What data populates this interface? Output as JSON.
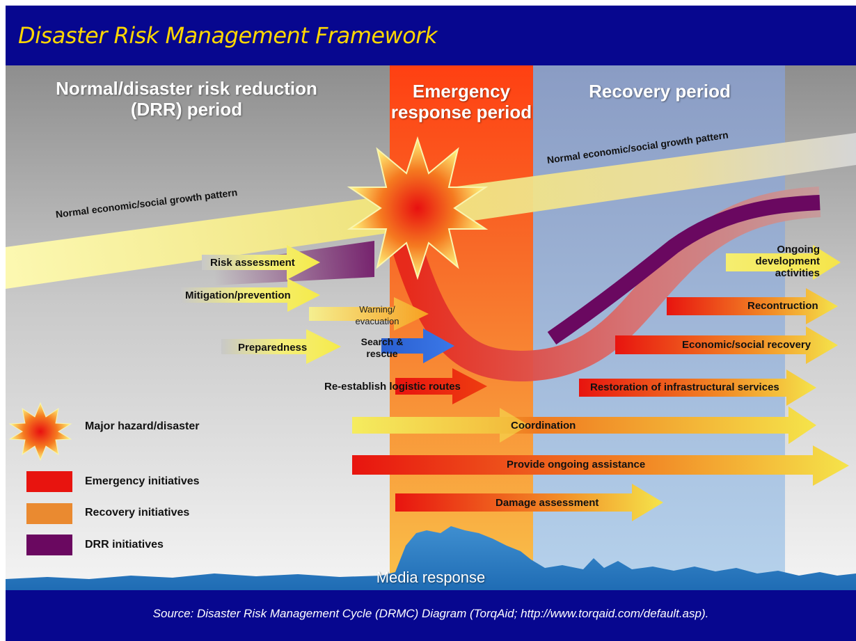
{
  "title": "Disaster Risk Management Framework",
  "periods": {
    "drr": "Normal/disaster risk reduction (DRR) period",
    "emergency": "Emergency response period",
    "recovery": "Recovery period"
  },
  "growth_pattern_label_left": "Normal economic/social growth pattern",
  "growth_pattern_label_right": "Normal economic/social growth pattern",
  "activities": {
    "risk_assessment": "Risk assessment",
    "mitigation": "Mitigation/prevention",
    "warning": "Warning/ evacuation",
    "preparedness": "Preparedness",
    "search_rescue": "Search & rescue",
    "logistic_routes": "Re-establish logistic routes",
    "coordination": "Coordination",
    "ongoing_assistance": "Provide ongoing assistance",
    "damage_assessment": "Damage assessment",
    "ongoing_development": "Ongoing development activities",
    "reconstruction": "Recontruction",
    "economic_recovery": "Economic/social recovery",
    "restoration": "Restoration of infrastructural services"
  },
  "legend": {
    "hazard": "Major hazard/disaster",
    "emergency": "Emergency initiatives",
    "recovery": "Recovery initiatives",
    "drr": "DRR initiatives"
  },
  "media_response": "Media response",
  "source": "Source:  Disaster Risk Management Cycle (DRMC) Diagram (TorqAid; http://www.torqaid.com/default.asp).",
  "colors": {
    "header_bg": "#07078f",
    "title": "#ffd700",
    "emergency": "#e8140f",
    "recovery": "#ea8a30",
    "drr": "#6a0860"
  }
}
